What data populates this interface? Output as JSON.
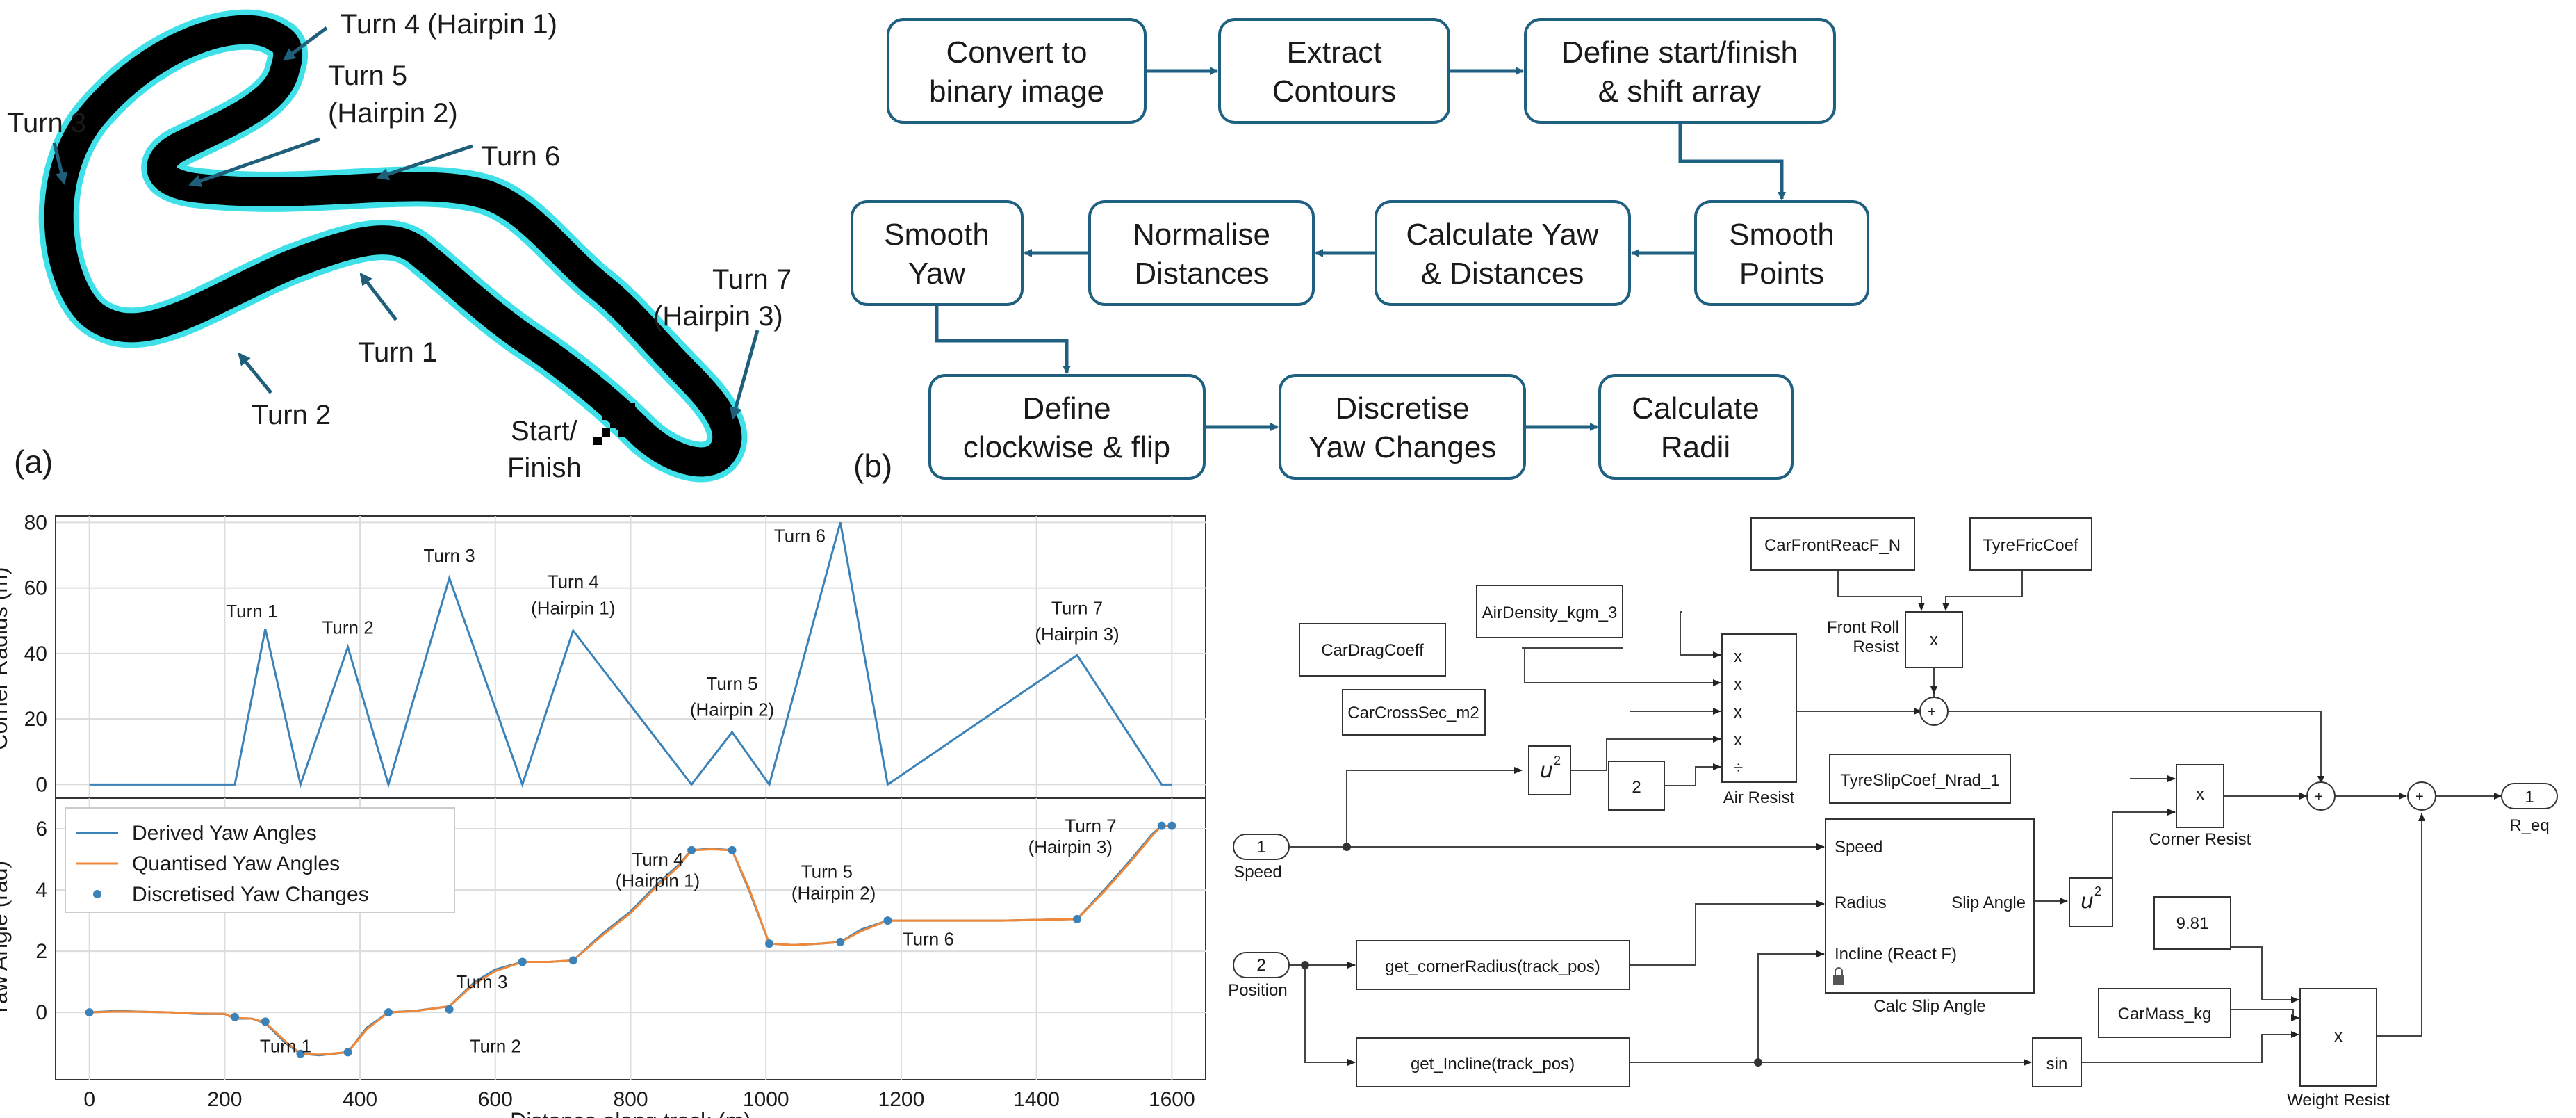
{
  "track_panel": {
    "panel_label": "(a)",
    "turn_labels": {
      "t4_a": "Turn 4 (Hairpin 1)",
      "t5_a": "Turn 5",
      "t5_b": "(Hairpin 2)",
      "t3": "Turn 3",
      "t6": "Turn 6",
      "t1": "Turn 1",
      "t2": "Turn 2",
      "t7_a": "Turn 7",
      "t7_b": "(Hairpin 3)",
      "start_a": "Start/",
      "start_b": "Finish"
    },
    "colors": {
      "track": "#000000",
      "outline": "#3fe0e8",
      "arrow": "#1f5f7a"
    }
  },
  "flowchart": {
    "panel_label": "(b)",
    "box_color": "#1f6080",
    "steps": {
      "s1_a": "Convert to",
      "s1_b": "binary image",
      "s2_a": "Extract",
      "s2_b": "Contours",
      "s3_a": "Define start/finish",
      "s3_b": "& shift array",
      "s4_a": "Smooth",
      "s4_b": "Points",
      "s5_a": "Calculate Yaw",
      "s5_b": "& Distances",
      "s6_a": "Normalise",
      "s6_b": "Distances",
      "s7_a": "Smooth",
      "s7_b": "Yaw",
      "s8_a": "Define",
      "s8_b": "clockwise & flip",
      "s9_a": "Discretise",
      "s9_b": "Yaw Changes",
      "s10_a": "Calculate",
      "s10_b": "Radii"
    }
  },
  "chart_data": [
    {
      "type": "line",
      "ylabel": "Corner Radius (m)",
      "xlabel": "",
      "xlim": [
        -50,
        1650
      ],
      "ylim": [
        -5,
        82
      ],
      "xticks": [
        0,
        200,
        400,
        600,
        800,
        1000,
        1200,
        1400,
        1600
      ],
      "yticks": [
        0,
        20,
        40,
        60,
        80
      ],
      "grid": true,
      "series": [
        {
          "color": "#3b82b8",
          "x": [
            0,
            215,
            260,
            312,
            382,
            442,
            532,
            640,
            715,
            890,
            950,
            1005,
            1110,
            1180,
            1460,
            1585,
            1600
          ],
          "y": [
            0,
            0,
            47.5,
            0,
            42,
            0,
            63,
            0,
            47,
            0,
            16,
            0,
            80,
            0,
            39.5,
            0,
            0
          ]
        }
      ],
      "annotations": {
        "t1": "Turn 1",
        "t2": "Turn 2",
        "t3": "Turn 3",
        "t4_a": "Turn 4",
        "t4_b": "(Hairpin 1)",
        "t5_a": "Turn 5",
        "t5_b": "(Hairpin 2)",
        "t6": "Turn 6",
        "t7_a": "Turn 7",
        "t7_b": "(Hairpin 3)"
      }
    },
    {
      "type": "line",
      "ylabel": "Yaw Angle (rad)",
      "xlabel": "Distance along track (m)",
      "xlim": [
        -50,
        1650
      ],
      "ylim": [
        -2.2,
        7.0
      ],
      "xticks": [
        0,
        200,
        400,
        600,
        800,
        1000,
        1200,
        1400,
        1600
      ],
      "yticks": [
        0,
        2,
        4,
        6
      ],
      "grid": true,
      "legend": "top-left",
      "series": [
        {
          "name": "Derived Yaw Angles",
          "color": "#3b82b8",
          "x": [
            0,
            40,
            80,
            120,
            160,
            200,
            215,
            240,
            260,
            290,
            312,
            340,
            382,
            410,
            442,
            480,
            532,
            570,
            600,
            640,
            680,
            715,
            760,
            800,
            840,
            870,
            890,
            920,
            950,
            975,
            1005,
            1040,
            1080,
            1110,
            1140,
            1180,
            1250,
            1350,
            1460,
            1500,
            1540,
            1570,
            1585,
            1600
          ],
          "y": [
            0,
            0.05,
            0.02,
            0.0,
            -0.05,
            -0.05,
            -0.2,
            -0.2,
            -0.35,
            -1.0,
            -1.35,
            -1.4,
            -1.3,
            -0.5,
            0.0,
            0.05,
            0.2,
            1.0,
            1.4,
            1.65,
            1.65,
            1.7,
            2.6,
            3.3,
            4.2,
            4.8,
            5.3,
            5.35,
            5.3,
            4.0,
            2.25,
            2.2,
            2.25,
            2.3,
            2.7,
            3.0,
            3.0,
            3.0,
            3.05,
            4.0,
            5.0,
            5.8,
            6.1,
            6.1
          ]
        },
        {
          "name": "Quantised Yaw Angles",
          "color": "#f0883a",
          "x": [
            0,
            40,
            80,
            120,
            160,
            200,
            215,
            240,
            260,
            290,
            312,
            340,
            382,
            410,
            442,
            480,
            532,
            570,
            600,
            640,
            680,
            715,
            760,
            800,
            840,
            870,
            890,
            920,
            950,
            975,
            1005,
            1040,
            1080,
            1110,
            1140,
            1180,
            1250,
            1350,
            1460,
            1500,
            1540,
            1570,
            1585,
            1600
          ],
          "y": [
            0,
            0.03,
            0.02,
            0.0,
            -0.04,
            -0.05,
            -0.18,
            -0.2,
            -0.33,
            -0.95,
            -1.35,
            -1.38,
            -1.3,
            -0.55,
            0.0,
            0.04,
            0.2,
            0.95,
            1.35,
            1.65,
            1.65,
            1.7,
            2.55,
            3.25,
            4.15,
            4.75,
            5.3,
            5.33,
            5.3,
            4.05,
            2.25,
            2.2,
            2.25,
            2.3,
            2.65,
            3.0,
            3.0,
            3.0,
            3.05,
            3.95,
            4.95,
            5.75,
            6.1,
            6.1
          ]
        },
        {
          "name": "Discretised Yaw Changes",
          "color": "#3b82b8",
          "marker": "o",
          "x": [
            0,
            215,
            260,
            312,
            382,
            442,
            532,
            640,
            715,
            890,
            950,
            1005,
            1110,
            1180,
            1460,
            1585,
            1600
          ],
          "y": [
            0,
            -0.15,
            -0.3,
            -1.35,
            -1.3,
            0.0,
            0.1,
            1.65,
            1.7,
            5.3,
            5.3,
            2.25,
            2.3,
            3.0,
            3.05,
            6.1,
            6.1
          ]
        }
      ],
      "annotations": {
        "t1": "Turn 1",
        "t2": "Turn 2",
        "t3": "Turn 3",
        "t4_a": "Turn 4",
        "t4_b": "(Hairpin 1)",
        "t5_a": "Turn 5",
        "t5_b": "(Hairpin 2)",
        "t6": "Turn 6",
        "t7_a": "Turn 7",
        "t7_b": "(Hairpin 3)"
      }
    }
  ],
  "simulink": {
    "blocks": {
      "car_front_reac": "CarFrontReacF_N",
      "tyre_fric": "TyreFricCoef",
      "air_density": "AirDensity_kgm_3",
      "front_roll_a": "Front Roll",
      "front_roll_b": "Resist",
      "mult": "x",
      "car_drag": "CarDragCoeff",
      "car_cross": "CarCrossSec_m2",
      "u2": "u",
      "sq": "2",
      "const2": "2",
      "air_resist": "Air Resist",
      "div": "÷",
      "tyre_slip": "TyreSlipCoef_Nrad_1",
      "corner_resist": "Corner Resist",
      "speed_port": "Speed",
      "speed_in": "1",
      "radius_port": "Radius",
      "incline_port": "Incline (React F)",
      "slip_angle_port": "Slip Angle",
      "calc_slip": "Calc Slip Angle",
      "position_in": "2",
      "position": "Position",
      "get_radius": "get_cornerRadius(track_pos)",
      "get_incline": "get_Incline(track_pos)",
      "sin": "sin",
      "g": "9.81",
      "car_mass": "CarMass_kg",
      "weight_resist": "Weight Resist",
      "out_num": "1",
      "out_label": "R_eq",
      "sum_plus": "+"
    }
  }
}
